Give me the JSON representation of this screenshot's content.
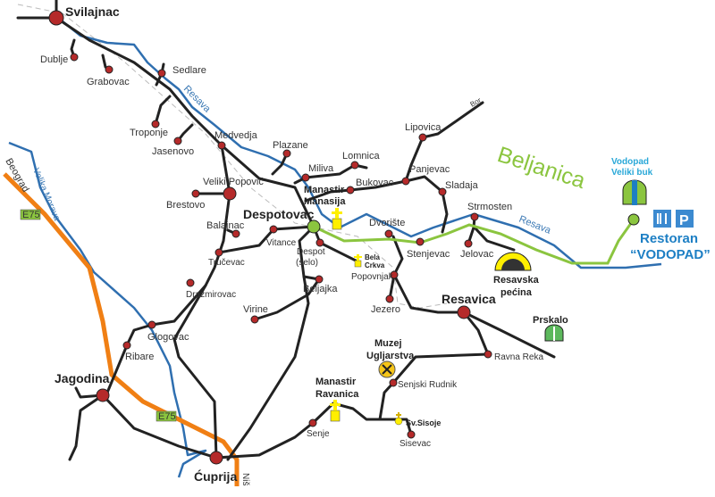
{
  "colors": {
    "road": "#222222",
    "river": "#2f6fb0",
    "highway": "#f07f14",
    "trail": "#8bc53f",
    "town": "#b52a2a",
    "accent": "#1d7fc4"
  },
  "towns": {
    "svilajnac": "Svilajnac",
    "dublje": "Dublje",
    "grabovac": "Grabovac",
    "sedlare": "Sedlare",
    "troponje": "Troponje",
    "jasenovo": "Jasenovo",
    "medvedja": "Medvedja",
    "plazane": "Plazane",
    "miliva": "Miliva",
    "lomnica": "Lomnica",
    "bukovac": "Bukovac",
    "lipovica": "Lipovica",
    "panjevac": "Panjevac",
    "sladaja": "Sladaja",
    "strmosten": "Strmosten",
    "dvoriste": "Dvorište",
    "stenjevac": "Stenjevac",
    "jelovac": "Jelovac",
    "despotovac": "Despotovac",
    "veliki_popovic": "Veliki Popović",
    "brestovo": "Brestovo",
    "balajnac": "Balajnac",
    "vitance": "Vitance",
    "trucevac": "Tručevac",
    "despot_selo_1": "Despot",
    "despot_selo_2": "(selo)",
    "popovnjak": "Popovnjak",
    "beljajka": "Beljajka",
    "drazmirovac": "Drazmirovac",
    "virine": "Virine",
    "jezero": "Jezero",
    "resavica": "Resavica",
    "glogovac": "Glogovac",
    "ribare": "Ribare",
    "jagodina": "Jagodina",
    "ravna_reka": "Ravna Reka",
    "senjski_rudnik": "Senjski Rudnik",
    "senje": "Senje",
    "sisevac": "Sisevac",
    "cuprija": "Ćuprija"
  },
  "landmarks": {
    "manasija_1": "Manastir",
    "manasija_2": "Manasija",
    "bela_crkva_1": "Bela",
    "bela_crkva_2": "Crkva",
    "pecina_1": "Resavska",
    "pecina_2": "pećina",
    "prskalo": "Prskalo",
    "muzej_1": "Muzej",
    "muzej_2": "Ugljarstva",
    "ravanica_1": "Manastir",
    "ravanica_2": "Ravanica",
    "sisoje": "Sv.Sisoje",
    "vodopad_1": "Vodopad",
    "vodopad_2": "Veliki buk",
    "restoran_1": "Restoran",
    "restoran_2": "“VODOPAD”"
  },
  "labels": {
    "beljanica": "Beljanica",
    "resava": "Resava",
    "velika_morava": "Velika Morava",
    "beograd": "Beograd",
    "nis": "Niš",
    "bor": "Bor",
    "e75": "E75"
  }
}
